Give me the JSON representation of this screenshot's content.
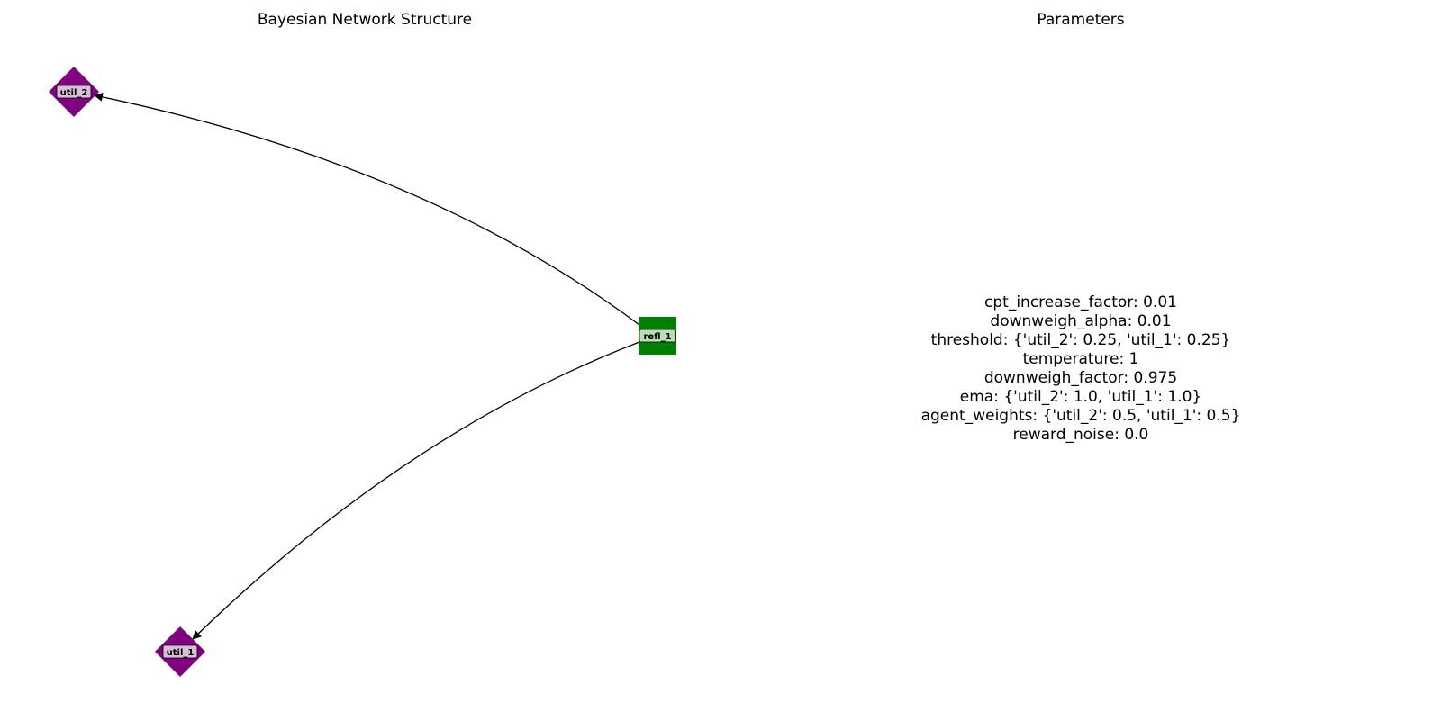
{
  "titles": {
    "structure": "Bayesian Network Structure",
    "parameters": "Parameters"
  },
  "nodes": [
    {
      "id": "util_2",
      "label": "util_2",
      "shape": "diamond",
      "color": "#800080"
    },
    {
      "id": "util_1",
      "label": "util_1",
      "shape": "diamond",
      "color": "#800080"
    },
    {
      "id": "refl_1",
      "label": "refl_1",
      "shape": "square",
      "color": "#008000"
    }
  ],
  "edges": [
    {
      "from": "refl_1",
      "to": "util_2"
    },
    {
      "from": "refl_1",
      "to": "util_1"
    }
  ],
  "label_box_color": "#d8bfd8",
  "parameters": [
    "cpt_increase_factor: 0.01",
    "downweigh_alpha: 0.01",
    "threshold: {'util_2': 0.25, 'util_1': 0.25}",
    "temperature: 1",
    "downweigh_factor: 0.975",
    "ema: {'util_2': 1.0, 'util_1': 1.0}",
    "agent_weights: {'util_2': 0.5, 'util_1': 0.5}",
    "reward_noise: 0.0"
  ]
}
